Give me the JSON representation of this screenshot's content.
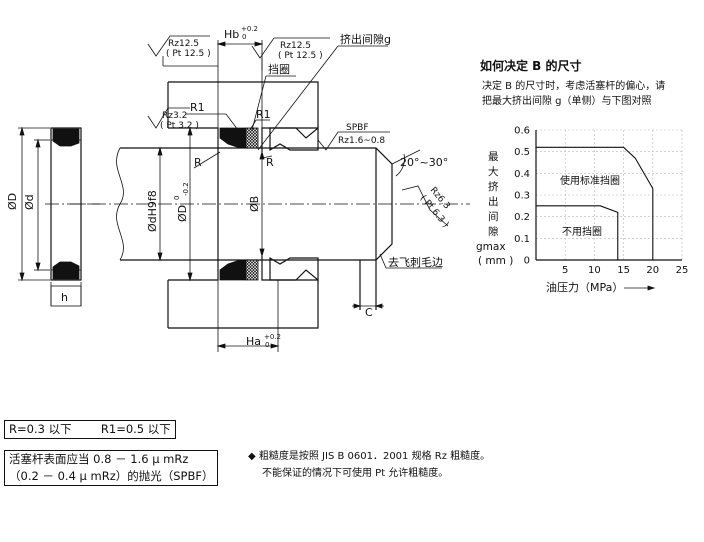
{
  "labels": {
    "hb": "Hb",
    "hb_tol_up": "+0.2",
    "hb_tol_lo": "0",
    "rz125_a": "Rz12.5",
    "pt125_a": "( Pt 12.5 )",
    "rz125_b": "Rz12.5",
    "pt125_b": "( Pt 12.5 )",
    "extrusion_gap": "挤出间隙g",
    "backup_ring": "挡圈",
    "rz32": "Rz3.2",
    "pt32": "( Pt 3.2 )",
    "r1_a": "R1",
    "r1_b": "R1",
    "r_a": "R",
    "r_b": "R",
    "spbf": "SPBF",
    "rz16_08": "Rz1.6~0.8",
    "angle": "20°~30°",
    "rz63": "Rz6.3",
    "pt63": "( Pt 6.3 )",
    "deburr": "去飞刺毛边",
    "c": "C",
    "ha": "Ha",
    "ha_tol_up": "+0.2",
    "ha_tol_lo": "0",
    "od": "ØD",
    "id": "Ød",
    "h": "h",
    "dh9f8": "ØdH9f8",
    "d_tol": "ØD",
    "d_tol_up": "0",
    "d_tol_lo": "-0.2",
    "ob": "ØB"
  },
  "panel": {
    "title": "如何决定 B 的尺寸",
    "desc_line1": "决定 B 的尺寸时，考虑活塞杆的偏心，请",
    "desc_line2": "把最大挤出间隙 g（单侧）与下图对照"
  },
  "chart_data": {
    "type": "line",
    "title": "",
    "ylabel": "最大挤出间隙 gmax（mm）",
    "ylabel_chars": [
      "最",
      "大",
      "挤",
      "出",
      "间",
      "隙"
    ],
    "ylabel_unit_1": "gmax",
    "ylabel_unit_2": "( mm )",
    "xlabel": "油压力（MPa）",
    "xlim": [
      0,
      25
    ],
    "ylim": [
      0,
      0.6
    ],
    "x_ticks": [
      5,
      10,
      15,
      20,
      25
    ],
    "y_ticks": [
      0,
      0.1,
      0.2,
      0.3,
      0.4,
      0.5,
      0.6
    ],
    "x_tick_labels": [
      "5",
      "10",
      "15",
      "20",
      "25"
    ],
    "y_tick_labels": [
      "0",
      "0.1",
      "0.2",
      "0.3",
      "0.4",
      "0.5",
      "0.6"
    ],
    "grid": true,
    "series": [
      {
        "name": "使用标准挡圈",
        "x": [
          0,
          15,
          17,
          20,
          20
        ],
        "y": [
          0.52,
          0.52,
          0.47,
          0.33,
          0
        ]
      },
      {
        "name": "不用挡圈",
        "x": [
          0,
          11,
          14,
          14
        ],
        "y": [
          0.25,
          0.25,
          0.22,
          0
        ]
      }
    ],
    "annotations": [
      "使用标准挡圈",
      "不用挡圈"
    ]
  },
  "notes": {
    "tol_r": "R=0.3 以下",
    "tol_r1": "R1=0.5 以下",
    "surface_line1": "活塞杆表面应当 0.8 － 1.6 μ mRz",
    "surface_line2": "（0.2 － 0.4 μ mRz）的抛光（SPBF）",
    "footnote_line1": "◆ 粗糙度是按照 JIS B 0601．2001 规格 Rz 粗糙度。",
    "footnote_line2": "不能保证的情况下可使用 Pt 允许粗糙度。"
  }
}
